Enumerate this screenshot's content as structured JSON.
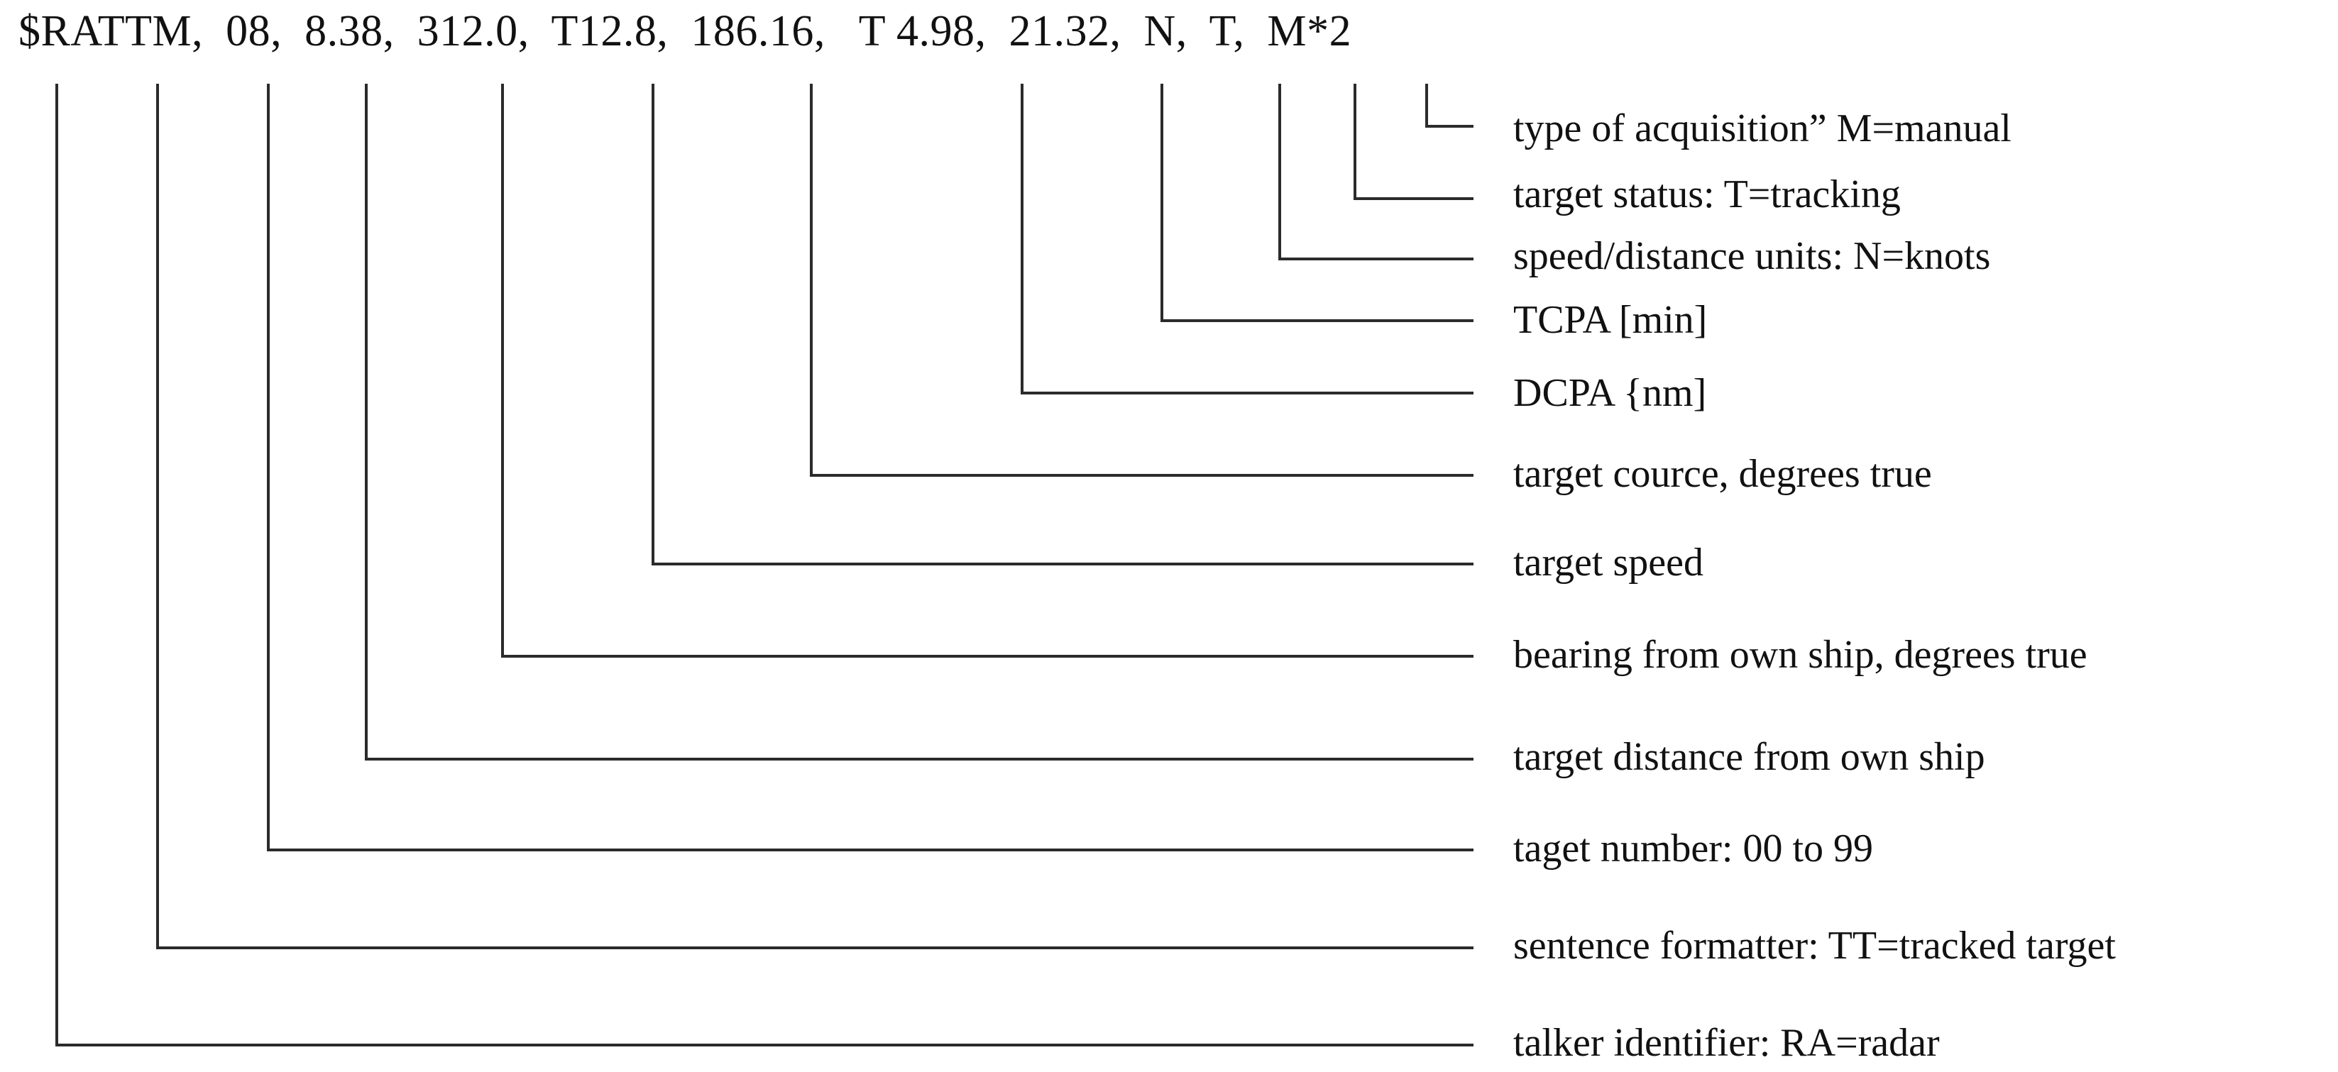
{
  "sentence": {
    "text": "$RATTM,  08,  8.38,  312.0,  T12.8,  186.16,   T 4.98,  21.32,  N,  T,  M*2",
    "fields": [
      "$RATTM",
      "08",
      "8.38",
      "312.0",
      "T12.8",
      "186.16",
      "T 4.98",
      "21.32",
      "N",
      "T",
      "M*2"
    ]
  },
  "callouts": [
    {
      "id": "type-of-acquisition",
      "text": "type of acquisition” M=manual"
    },
    {
      "id": "target-status",
      "text": "target status: T=tracking"
    },
    {
      "id": "speed-distance-units",
      "text": "speed/distance units: N=knots"
    },
    {
      "id": "tcpa",
      "text": "TCPA [min]"
    },
    {
      "id": "dcpa",
      "text": "DCPA {nm]"
    },
    {
      "id": "target-course",
      "text": "target cource, degrees true"
    },
    {
      "id": "target-speed",
      "text": "target speed"
    },
    {
      "id": "bearing-from-own-ship",
      "text": "bearing from own ship, degrees true"
    },
    {
      "id": "target-distance",
      "text": "target distance from own ship"
    },
    {
      "id": "target-number",
      "text": "taget number: 00 to 99"
    },
    {
      "id": "sentence-formatter",
      "text": "sentence formatter: TT=tracked target"
    },
    {
      "id": "talker-identifier",
      "text": "talker identifier: RA=radar"
    }
  ],
  "colors": {
    "background": "#ffffff",
    "ink": "#111111",
    "leader_line": "#2b2b2b"
  }
}
